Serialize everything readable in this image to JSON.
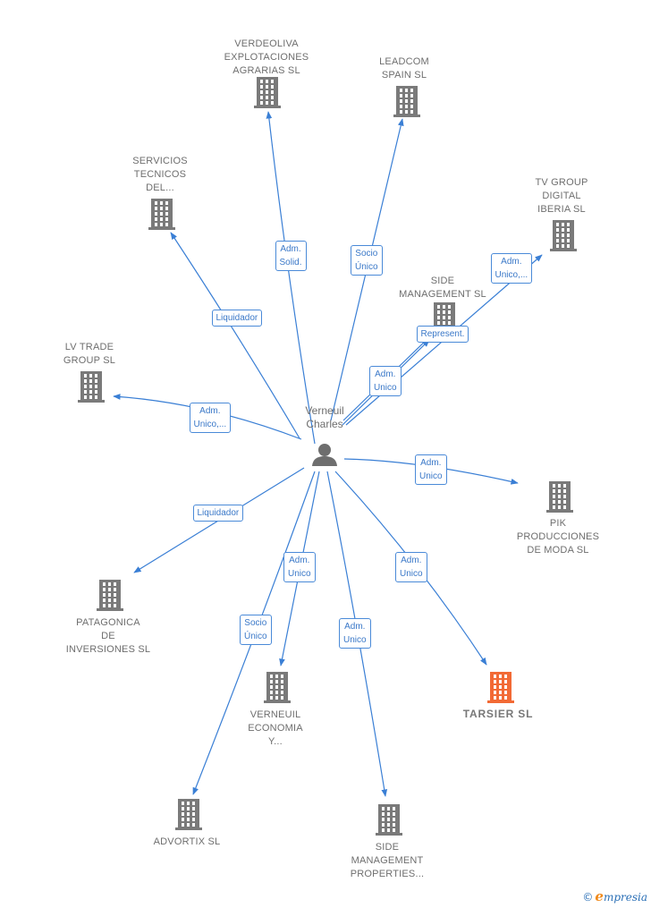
{
  "center": {
    "name": "Verneuil\nCharles"
  },
  "companies": [
    {
      "id": "verdeoliva",
      "label": "VERDEOLIVA\nEXPLOTACIONES\nAGRARIAS  SL",
      "highlight": false
    },
    {
      "id": "leadcom",
      "label": "LEADCOM\nSPAIN  SL",
      "highlight": false
    },
    {
      "id": "servicios",
      "label": "SERVICIOS\nTECNICOS\nDEL...",
      "highlight": false
    },
    {
      "id": "tvgroup",
      "label": "TV GROUP\nDIGITAL\nIBERIA SL",
      "highlight": false
    },
    {
      "id": "sidemgmt",
      "label": "SIDE\nMANAGEMENT SL",
      "highlight": false
    },
    {
      "id": "lvtrade",
      "label": "LV TRADE\nGROUP SL",
      "highlight": false
    },
    {
      "id": "pik",
      "label": "PIK\nPRODUCCIONES\nDE MODA SL",
      "highlight": false
    },
    {
      "id": "patagonica",
      "label": "PATAGONICA\nDE\nINVERSIONES SL",
      "highlight": false
    },
    {
      "id": "verneuil",
      "label": "VERNEUIL\nECONOMIA\nY...",
      "highlight": false
    },
    {
      "id": "tarsier",
      "label": "TARSIER  SL",
      "highlight": true
    },
    {
      "id": "advortix",
      "label": "ADVORTIX  SL",
      "highlight": false
    },
    {
      "id": "sideprop",
      "label": "SIDE\nMANAGEMENT\nPROPERTIES...",
      "highlight": false
    }
  ],
  "edges": [
    {
      "to": "verdeoliva",
      "label": "Adm.\nSolid."
    },
    {
      "to": "leadcom",
      "label": "Socio\nÚnico"
    },
    {
      "to": "servicios",
      "label": "Liquidador"
    },
    {
      "to": "tvgroup",
      "label": "Adm.\nUnico,..."
    },
    {
      "to": "sidemgmt",
      "label": "Represent."
    },
    {
      "to": "sidemgmt",
      "label": "Adm.\nUnico"
    },
    {
      "to": "lvtrade",
      "label": "Adm.\nUnico,..."
    },
    {
      "to": "pik",
      "label": "Adm.\nUnico"
    },
    {
      "to": "patagonica",
      "label": "Liquidador"
    },
    {
      "to": "verneuil",
      "label": "Adm.\nUnico"
    },
    {
      "to": "advortix",
      "label": "Socio\nÚnico"
    },
    {
      "to": "sideprop",
      "label": "Adm.\nUnico"
    },
    {
      "to": "tarsier",
      "label": "Adm.\nUnico"
    }
  ],
  "colors": {
    "edge": "#3a7fd5",
    "building": "#7a7a7a",
    "building_highlight": "#f26a35",
    "person": "#6e6e6e"
  },
  "icons": {
    "company": "building-icon",
    "person": "person-icon"
  },
  "footer": {
    "copyright": "©",
    "brand_e": "e",
    "brand_rest": "mpresia"
  }
}
